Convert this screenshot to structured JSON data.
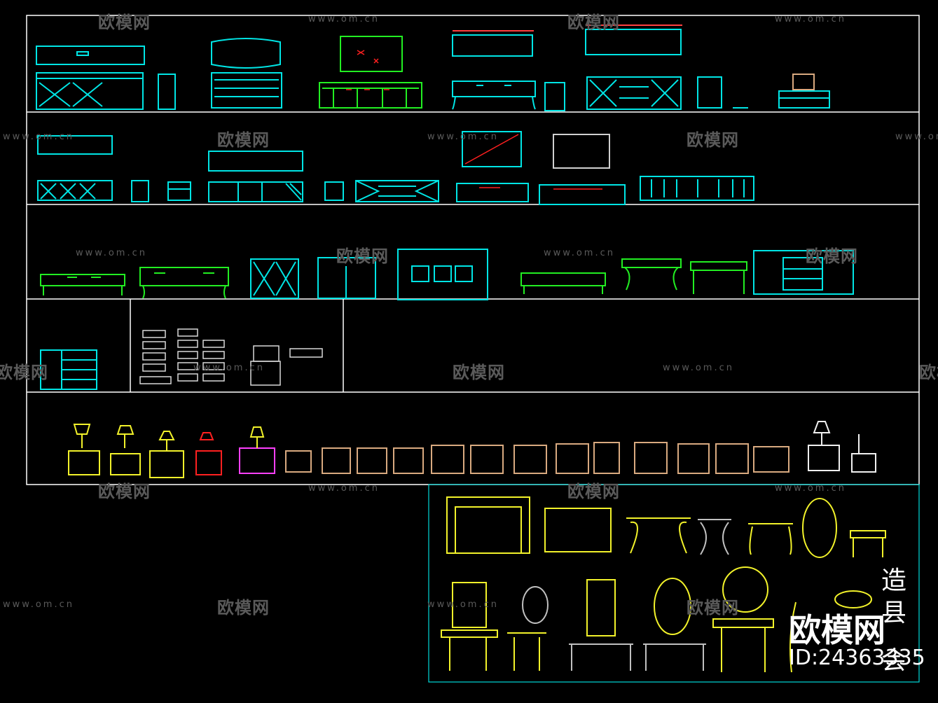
{
  "drawing": {
    "frame_color": "#ffffff",
    "secondary_frame_color": "#00ffff",
    "colors": {
      "cyan": "#00e5e5",
      "green": "#22ee22",
      "yellow": "#f2f22a",
      "red": "#ff2020",
      "magenta": "#ff40ff",
      "tan": "#d9aa80",
      "white": "#f0f0f0",
      "blue": "#4080ff"
    }
  },
  "watermark": {
    "logo_text": "欧模网",
    "url_text": "www.om.cn"
  },
  "stamp": {
    "brand": "欧模网",
    "id": "ID:24363335"
  },
  "section_label": {
    "chars": [
      "造",
      "县",
      "会"
    ]
  }
}
